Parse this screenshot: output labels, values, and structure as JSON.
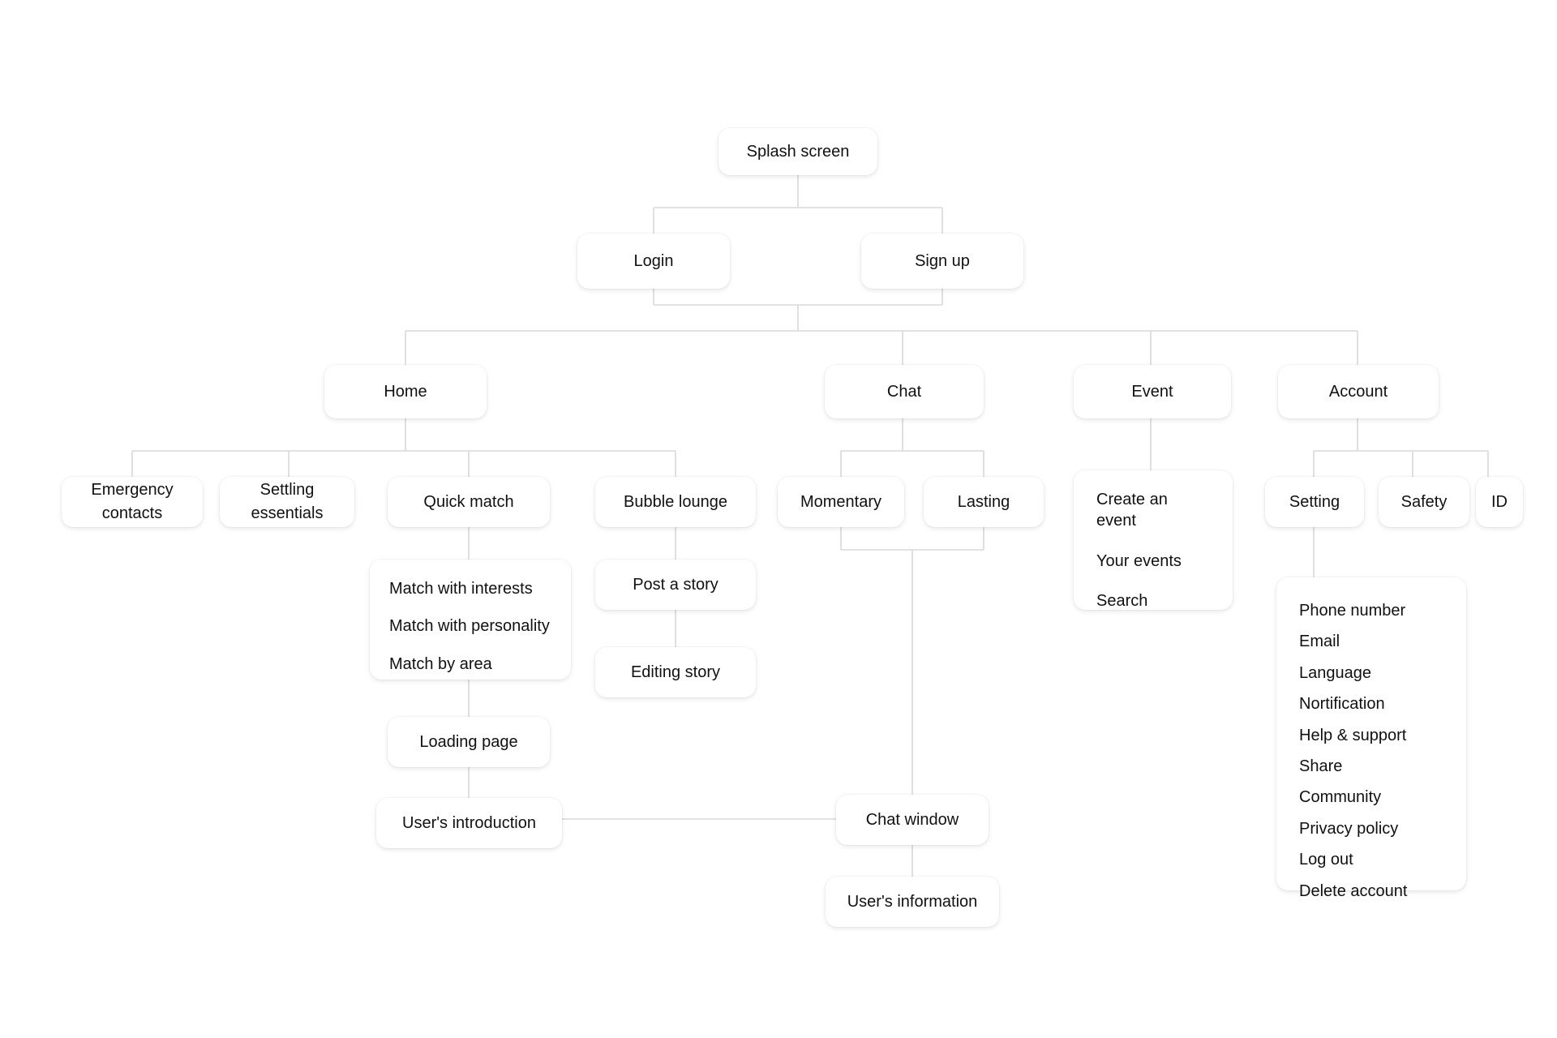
{
  "diagram": {
    "type": "app-sitemap-flowchart",
    "title_present": false,
    "background_color": "#ffffff",
    "node_fill": "#ffffff",
    "edge_color": "#d8d8d8",
    "text_color": "#111111"
  },
  "nodes": {
    "splash_screen": {
      "label": "Splash screen"
    },
    "login": {
      "label": "Login"
    },
    "sign_up": {
      "label": "Sign up"
    },
    "home": {
      "label": "Home"
    },
    "chat": {
      "label": "Chat"
    },
    "event": {
      "label": "Event"
    },
    "account": {
      "label": "Account"
    },
    "emergency_contacts": {
      "line1": "Emergency",
      "line2": "contacts"
    },
    "settling_essentials": {
      "line1": "Settling",
      "line2": "essentials"
    },
    "quick_match": {
      "label": "Quick match"
    },
    "bubble_lounge": {
      "label": "Bubble lounge"
    },
    "momentary": {
      "label": "Momentary"
    },
    "lasting": {
      "label": "Lasting"
    },
    "setting": {
      "label": "Setting"
    },
    "safety": {
      "label": "Safety"
    },
    "id": {
      "label": "ID"
    },
    "post_a_story": {
      "label": "Post a story"
    },
    "editing_story": {
      "label": "Editing story"
    },
    "loading_page": {
      "label": "Loading page"
    },
    "users_introduction": {
      "label": "User's introduction"
    },
    "chat_window": {
      "label": "Chat window"
    },
    "users_information": {
      "label": "User's information"
    },
    "match_options": {
      "items": [
        "Match with interests",
        "Match with personality",
        "Match by area"
      ]
    },
    "event_options": {
      "items": [
        "Create an event",
        "Your events",
        "Search"
      ]
    },
    "setting_options": {
      "items": [
        "Phone number",
        "Email",
        "Language",
        "Nortification",
        "Help & support",
        "Share",
        "Community",
        "Privacy policy",
        "Log out",
        "Delete account"
      ]
    }
  }
}
